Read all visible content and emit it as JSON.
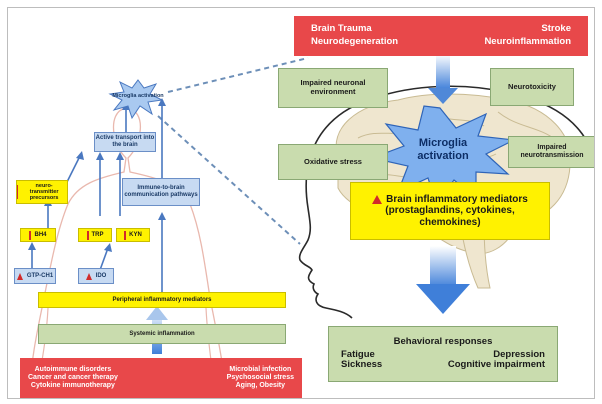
{
  "top_causes": {
    "line1_left": "Brain Trauma",
    "line1_right": "Stroke",
    "line2_left": "Neurodegeneration",
    "line2_right": "Neuroinflammation"
  },
  "microglia_small": {
    "label": "Microglia activation"
  },
  "microglia_big": {
    "line1": "Microglia",
    "line2": "activation"
  },
  "effects": {
    "impaired_neuronal": "Impaired neuronal environment",
    "neurotoxicity": "Neurotoxicity",
    "oxidative_stress": "Oxidative stress",
    "impaired_neurotransmission": "Impaired neurotransmission"
  },
  "mediators": {
    "line1": "Brain inflammatory mediators",
    "line2": "(prostaglandins, cytokines,",
    "line3": "chemokines)"
  },
  "behavior": {
    "title": "Behavioral responses",
    "fatigue": "Fatigue",
    "depression": "Depression",
    "sickness": "Sickness",
    "cognitive": "Cognitive impairment"
  },
  "left": {
    "active_transport": "Active transport into the brain",
    "neurotransmitter": "neuro-transmitter precursors",
    "immune_to_brain": "Immune-to-brain communication pathways",
    "bh4": "BH4",
    "trp": "TRP",
    "kyn": "KYN",
    "gtp": "GTP-CH1",
    "ido": "IDO",
    "peripheral": "Peripheral inflammatory mediators",
    "systemic": "Systemic inflammation"
  },
  "bottom_causes": {
    "l1": "Autoimmune disorders",
    "l2": "Cancer and cancer therapy",
    "l3": "Cytokine immunotherapy",
    "r1": "Microbial infection",
    "r2": "Psychosocial stress",
    "r3": "Aging, Obesity"
  },
  "colors": {
    "red": "#e8484a",
    "green": "#c9dcae",
    "yellow": "#fff200",
    "blue": "#c7daf2",
    "arrow": "#5b8fd6"
  }
}
